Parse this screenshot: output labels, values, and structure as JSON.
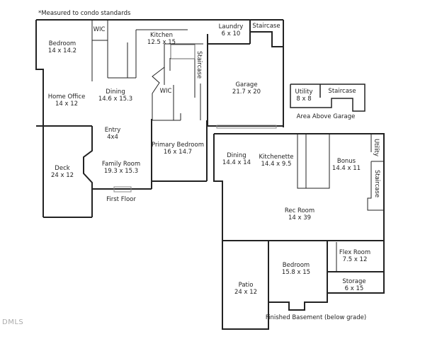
{
  "note": "*Measured to condo standards",
  "watermark": "DMLS",
  "floors": {
    "first": {
      "label": "First Floor",
      "rooms": [
        {
          "name": "Bedroom",
          "dims": "14 x 14.2"
        },
        {
          "name": "WIC",
          "dims": ""
        },
        {
          "name": "Kitchen",
          "dims": "12.5 x 15"
        },
        {
          "name": "Laundry",
          "dims": "6 x 10"
        },
        {
          "name": "Staircase",
          "dims": ""
        },
        {
          "name": "Staircase",
          "dims": ""
        },
        {
          "name": "Home Office",
          "dims": "14 x 12"
        },
        {
          "name": "Dining",
          "dims": "14.6 x 15.3"
        },
        {
          "name": "WIC",
          "dims": ""
        },
        {
          "name": "Garage",
          "dims": "21.7 x 20"
        },
        {
          "name": "Entry",
          "dims": "4x4"
        },
        {
          "name": "Primary Bedroom",
          "dims": "16 x 14.7"
        },
        {
          "name": "Deck",
          "dims": "24 x 12"
        },
        {
          "name": "Family Room",
          "dims": "19.3 x 15.3"
        }
      ]
    },
    "above_garage": {
      "label": "Area Above Garage",
      "rooms": [
        {
          "name": "Utility",
          "dims": "8 x 8"
        },
        {
          "name": "Staircase",
          "dims": ""
        }
      ]
    },
    "basement": {
      "label": "Finished Basement (below grade)",
      "rooms": [
        {
          "name": "Dining",
          "dims": "14.4 x 14"
        },
        {
          "name": "Kitchenette",
          "dims": "14.4 x 9.5"
        },
        {
          "name": "Bonus",
          "dims": "14.4 x 11"
        },
        {
          "name": "Utility",
          "dims": ""
        },
        {
          "name": "Staircase",
          "dims": ""
        },
        {
          "name": "Rec Room",
          "dims": "14 x 39"
        },
        {
          "name": "Flex Room",
          "dims": "7.5 x 12"
        },
        {
          "name": "Bedroom",
          "dims": "15.8 x 15"
        },
        {
          "name": "Storage",
          "dims": "6 x 15"
        },
        {
          "name": "Patio",
          "dims": "24 x 12"
        }
      ]
    }
  }
}
